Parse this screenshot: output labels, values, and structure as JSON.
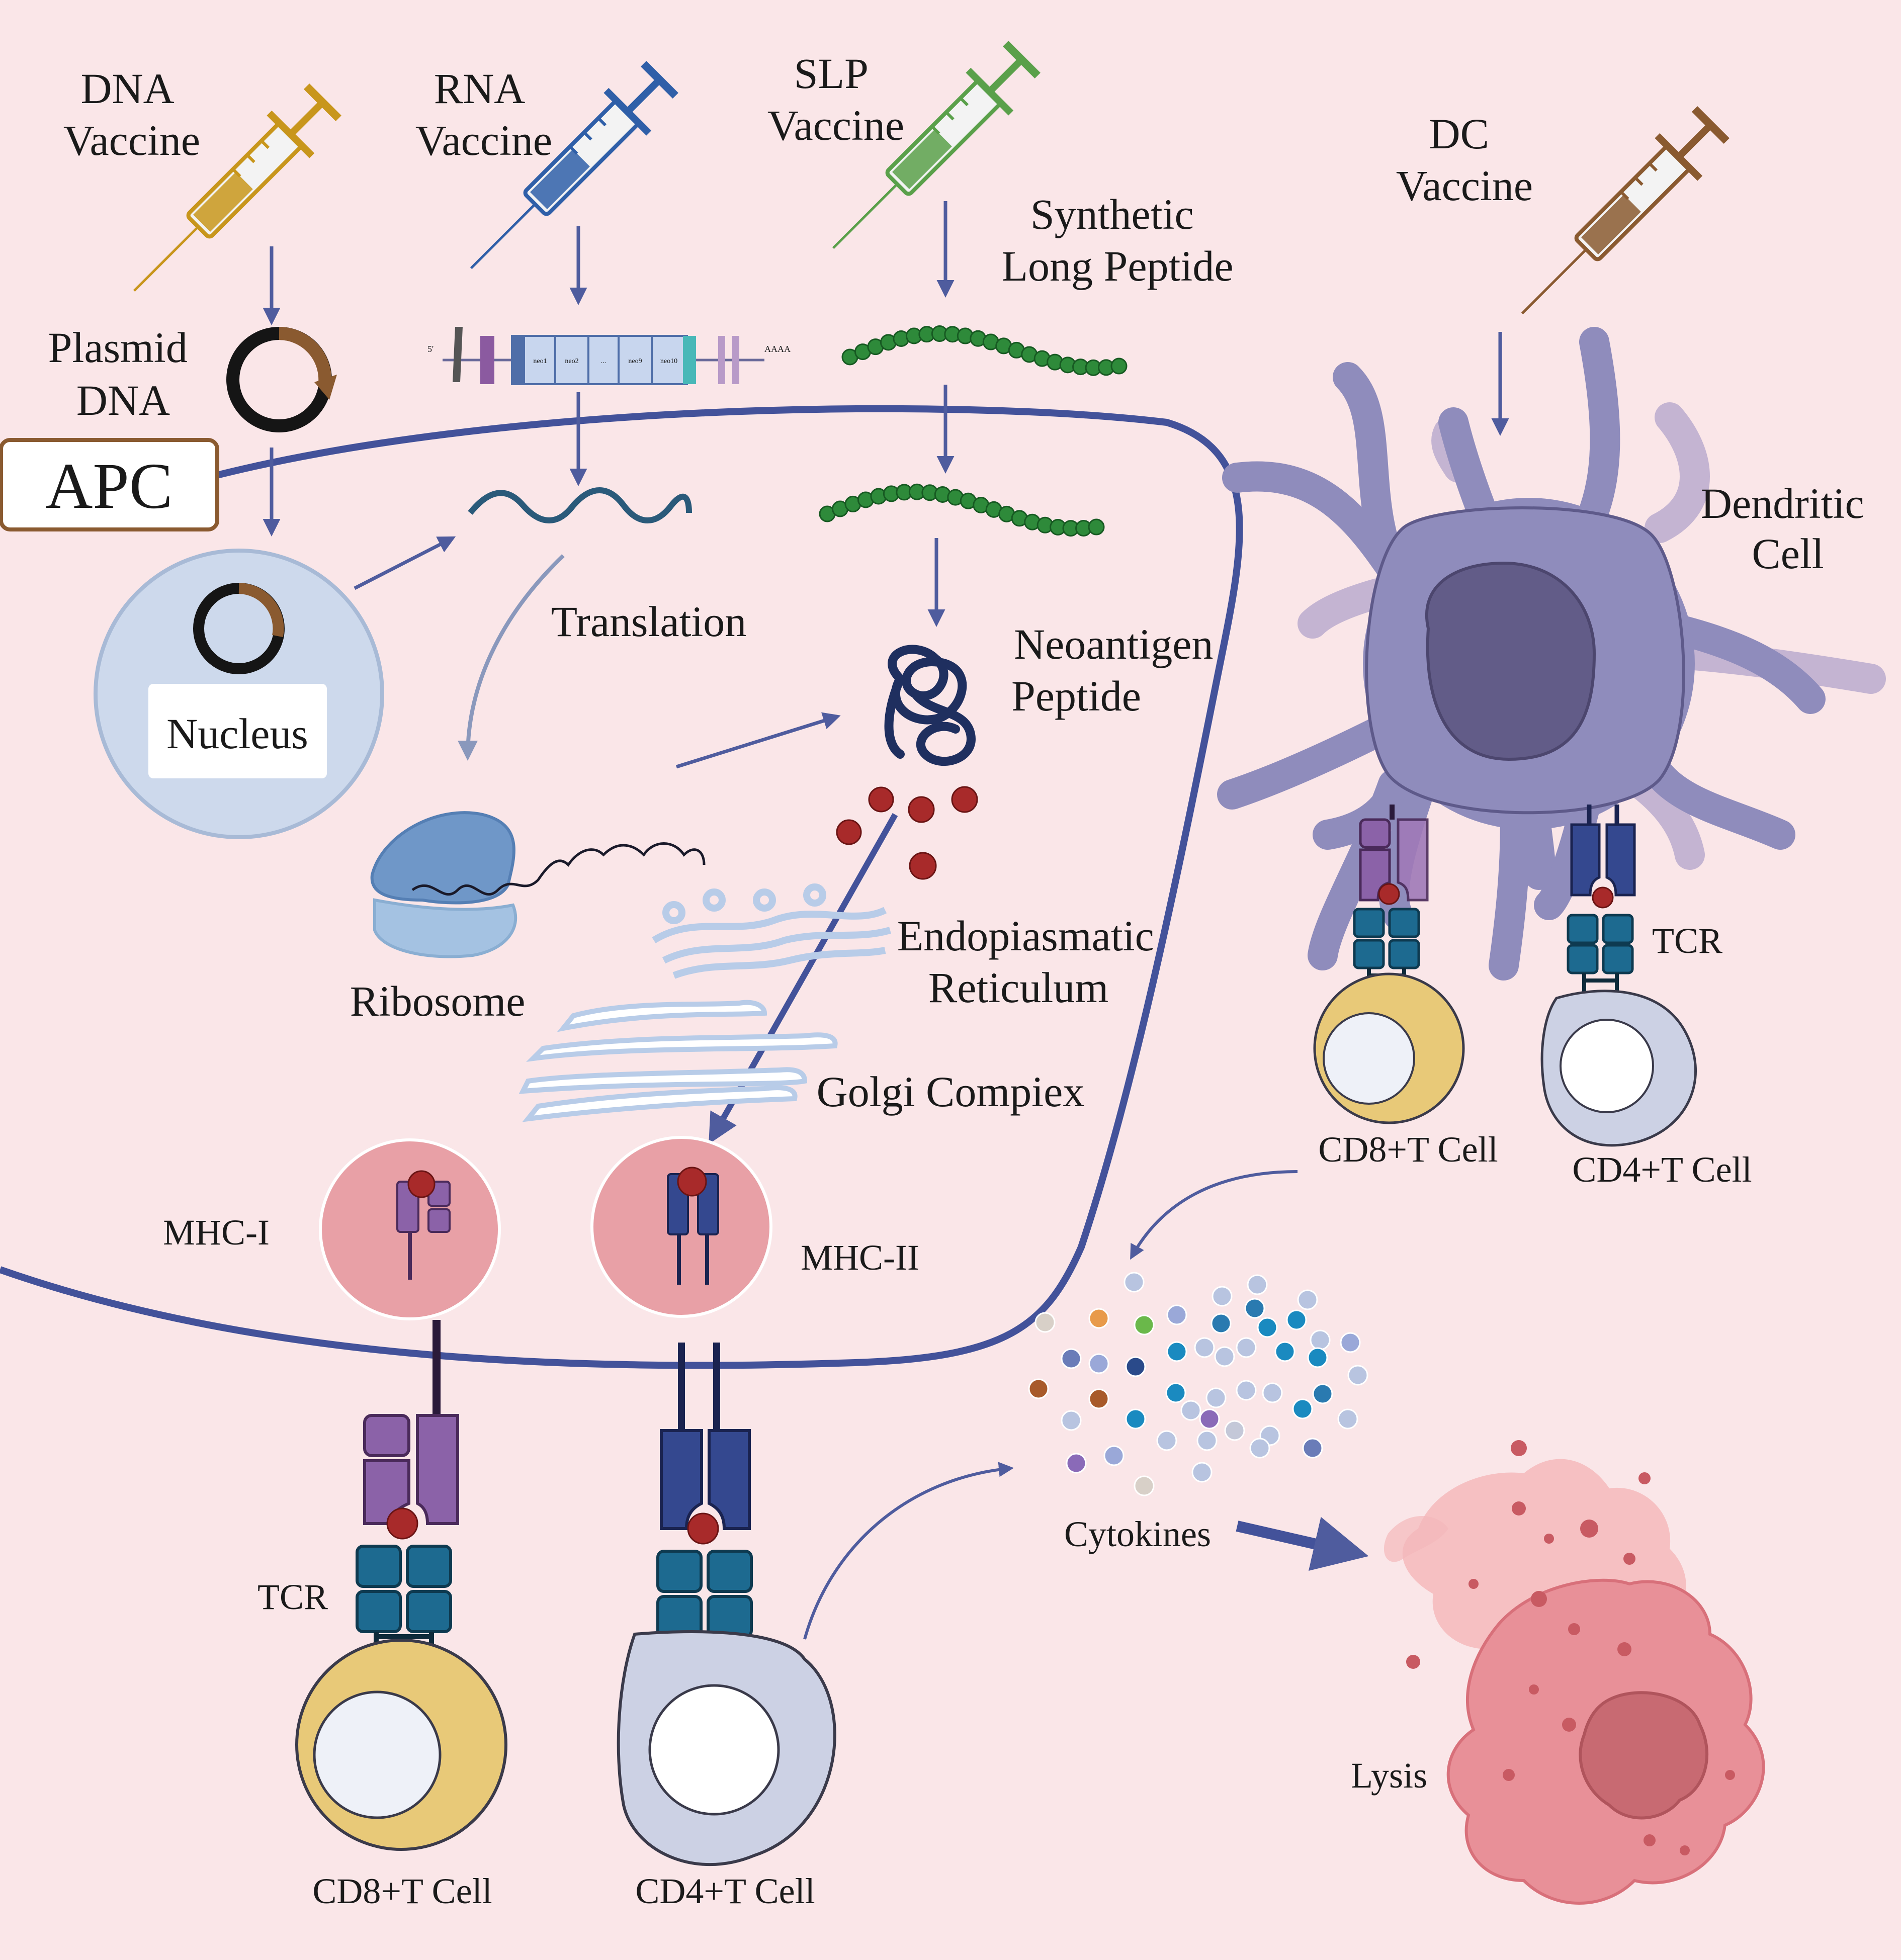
{
  "colors": {
    "background": "#fae6e8",
    "membrane": "#43529a",
    "arrow": "#4f5c9e",
    "dna_vaccine": "#c8961c",
    "rna_vaccine": "#2f5fa8",
    "slp_vaccine": "#5aa04a",
    "dc_vaccine": "#8a5a30",
    "dendritic_cell": "#8f8cbc",
    "cd8_cell": "#e8c978",
    "cd4_cell": "#ccd1e4",
    "mhc1": "#8b62a8",
    "mhc2": "#34488f",
    "tcr": "#1d6a90",
    "antigen": "#a82a2a",
    "tumor": "#e89098"
  },
  "vaccines": {
    "dna": [
      "DNA",
      "Vaccine"
    ],
    "rna": [
      "RNA",
      "Vaccine"
    ],
    "slp": [
      "SLP",
      "Vaccine"
    ],
    "dc": [
      "DC",
      "Vaccine"
    ]
  },
  "labels": {
    "plasmid": [
      "Plasmid",
      "DNA"
    ],
    "apc": "APC",
    "nucleus": "Nucleus",
    "synthetic": [
      "Synthetic",
      "Long Peptide"
    ],
    "translation": "Translation",
    "ribosome": "Ribosome",
    "neoantigen": [
      "Neoantigen",
      "Peptide"
    ],
    "er": [
      "Endopiasmatic",
      "Reticulum"
    ],
    "golgi": "Golgi Compiex",
    "dendritic": [
      "Dendritic",
      "Cell"
    ],
    "tcr_top": "TCR",
    "cd8_top": "CD8+T Cell",
    "cd4_top": "CD4+T Cell",
    "mhc1": "MHC-I",
    "mhc2": "MHC-II",
    "tcr_bottom": "TCR",
    "cd8_bottom": "CD8+T Cell",
    "cd4_bottom": "CD4+T Cell",
    "cytokines": "Cytokines",
    "lysis": "Lysis"
  },
  "mrna": {
    "five_prime": "5'",
    "segments": [
      "neo1",
      "neo2",
      "...",
      "neo9",
      "neo10"
    ],
    "poly_a": "AAAA"
  },
  "icons": [
    "syringe-icon",
    "plasmid-icon",
    "mrna-icon",
    "peptide-chain-icon",
    "ribosome-icon",
    "er-icon",
    "golgi-icon",
    "dendritic-cell-icon",
    "t-cell-icon",
    "mhc-icon",
    "tcr-icon",
    "cytokine-icon",
    "tumor-cell-icon"
  ]
}
